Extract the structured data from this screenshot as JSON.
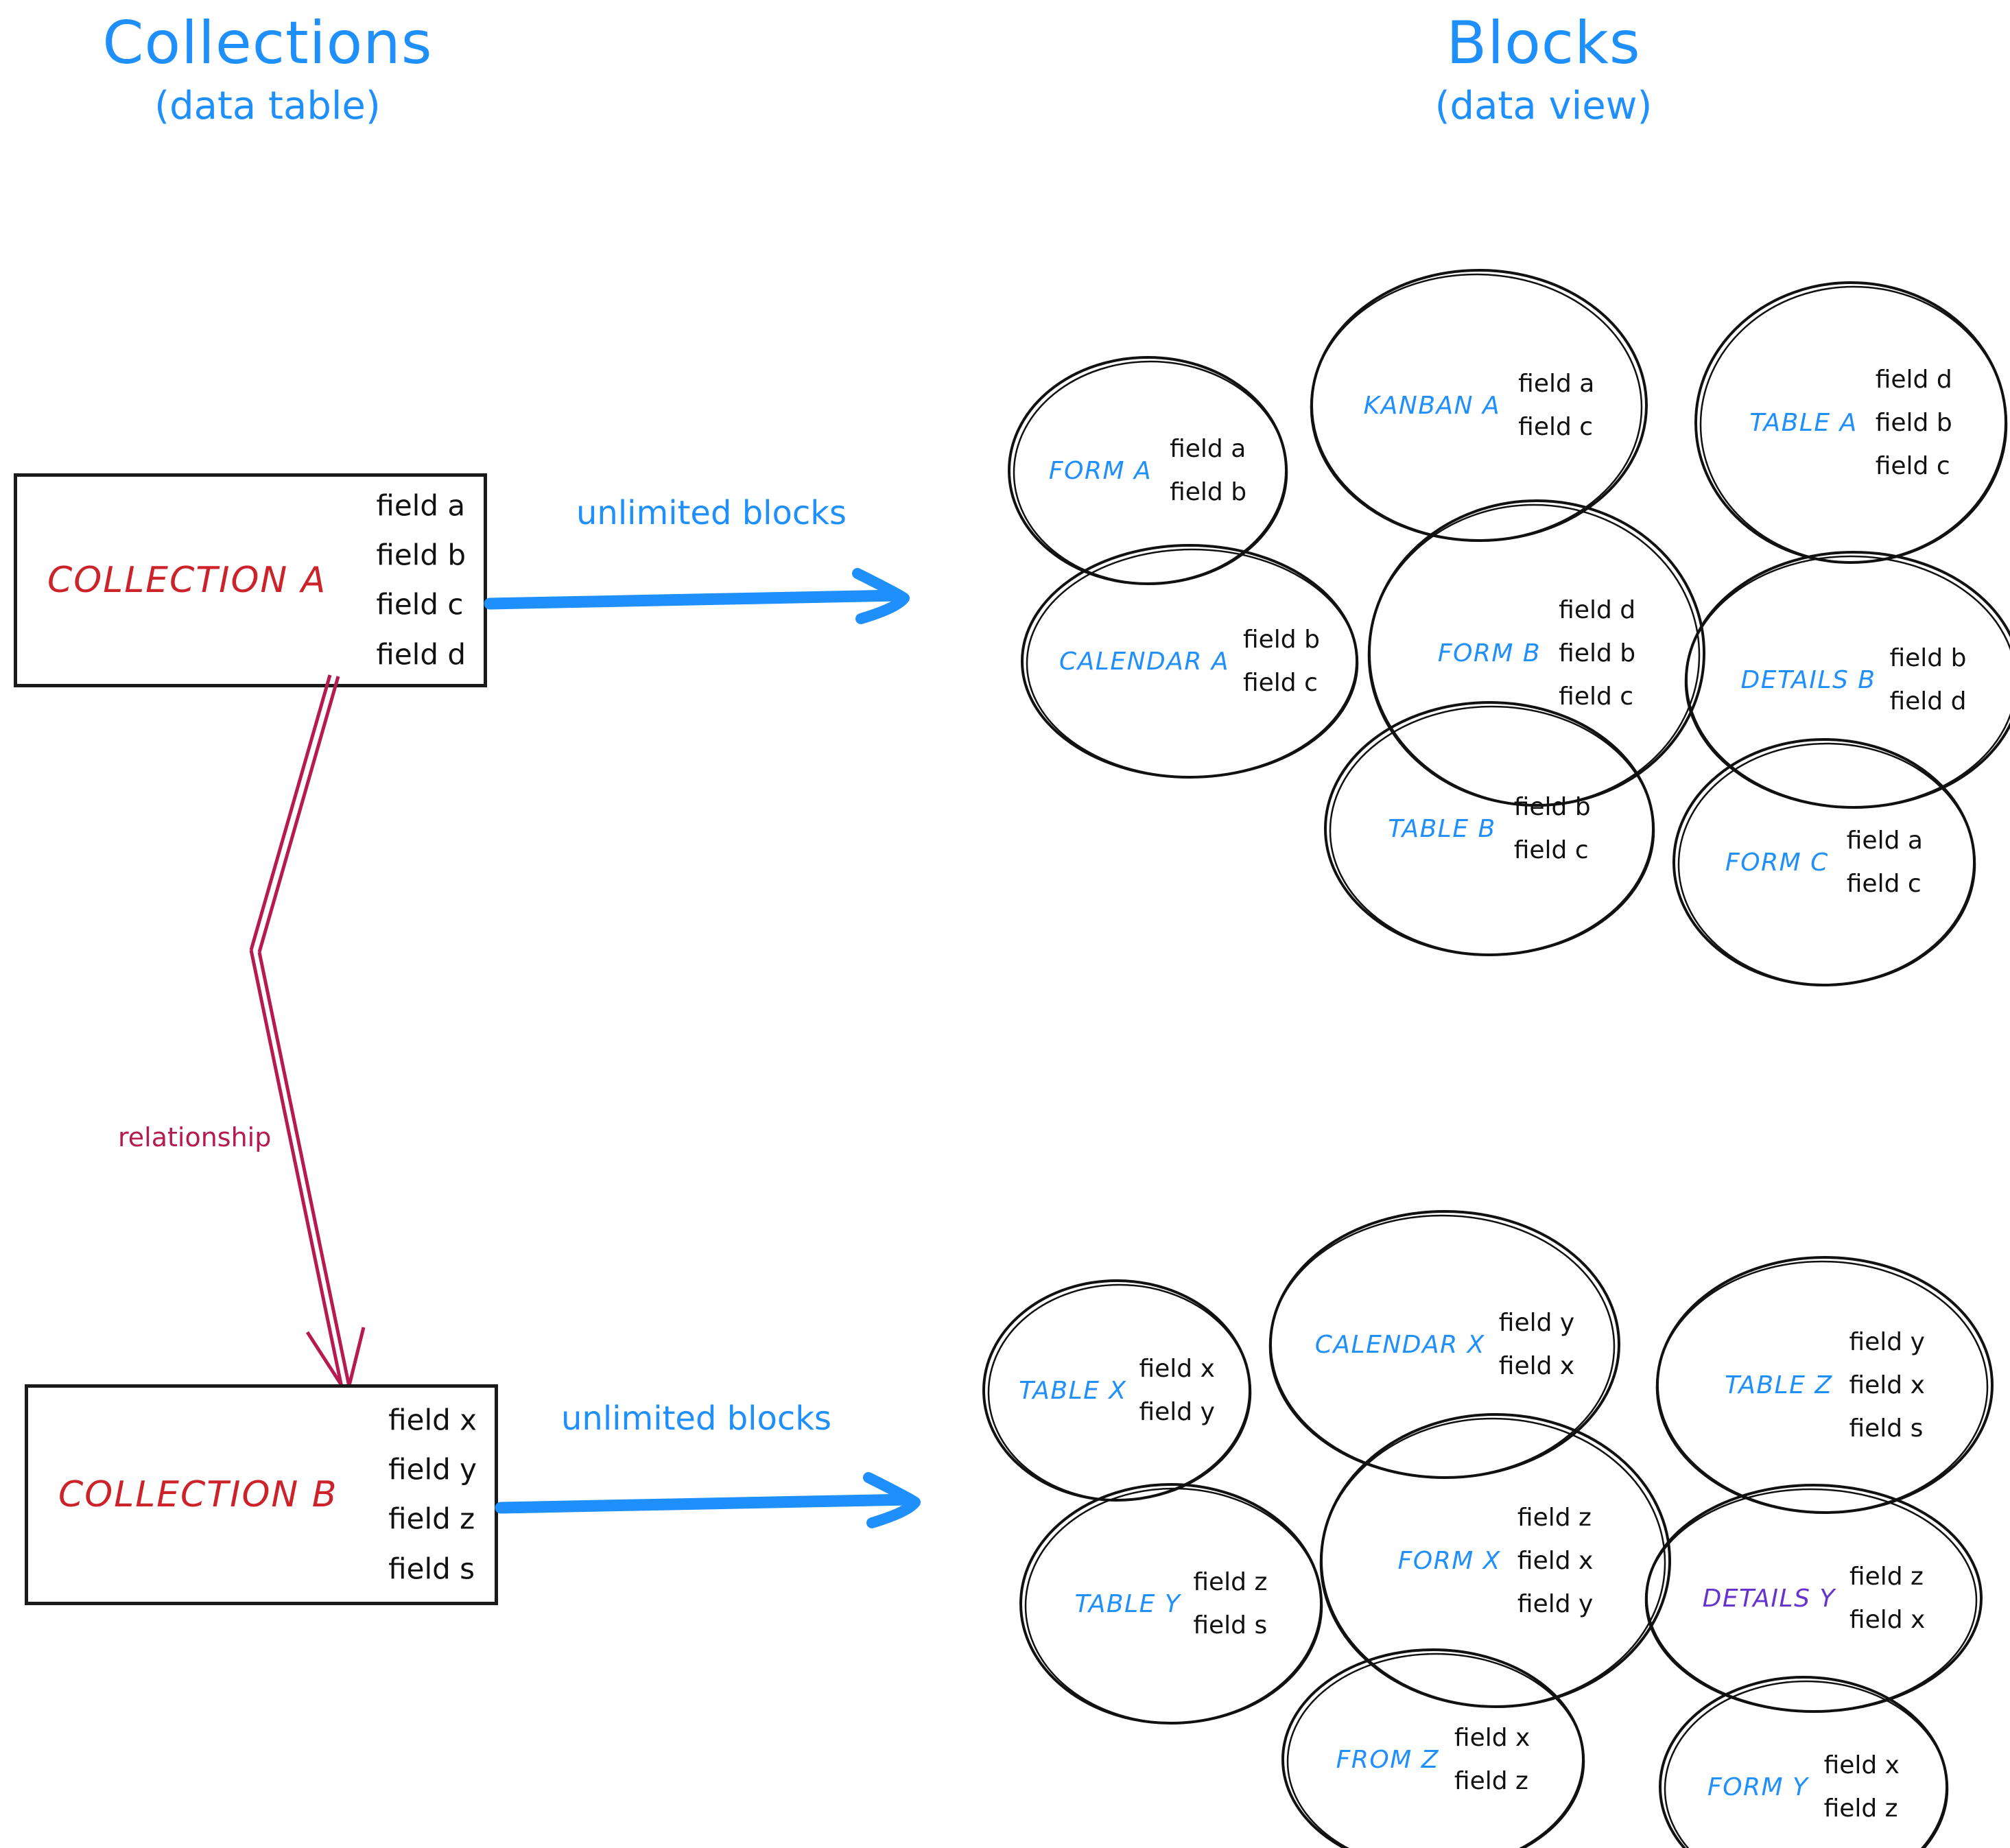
{
  "colors": {
    "accent_blue": "#1f8ffb",
    "collection_red": "#cc2229",
    "relationship_crimson": "#b51a50",
    "details_purple": "#6633cc",
    "ink_black": "#111111"
  },
  "headings": {
    "left": {
      "title": "Collections",
      "subtitle": "(data table)"
    },
    "right": {
      "title": "Blocks",
      "subtitle": "(data view)"
    }
  },
  "collections": [
    {
      "name": "COLLECTION A",
      "fields": [
        "field a",
        "field b",
        "field c",
        "field d"
      ],
      "arrow_label": "unlimited blocks"
    },
    {
      "name": "COLLECTION B",
      "fields": [
        "field x",
        "field y",
        "field z",
        "field s"
      ],
      "arrow_label": "unlimited blocks"
    }
  ],
  "relationship": {
    "label": "relationship"
  },
  "blocks_group_a": [
    {
      "name": "FORM A",
      "fields": [
        "field a",
        "field b"
      ]
    },
    {
      "name": "KANBAN A",
      "fields": [
        "field a",
        "field c"
      ]
    },
    {
      "name": "TABLE A",
      "fields": [
        "field d",
        "field b",
        "field c"
      ]
    },
    {
      "name": "CALENDAR A",
      "fields": [
        "field b",
        "field c"
      ]
    },
    {
      "name": "FORM B",
      "fields": [
        "field d",
        "field b",
        "field c"
      ]
    },
    {
      "name": "DETAILS B",
      "fields": [
        "field b",
        "field d"
      ]
    },
    {
      "name": "TABLE B",
      "fields": [
        "field b",
        "field c"
      ]
    },
    {
      "name": "FORM C",
      "fields": [
        "field a",
        "field c"
      ]
    }
  ],
  "blocks_group_b": [
    {
      "name": "TABLE X",
      "fields": [
        "field x",
        "field y"
      ]
    },
    {
      "name": "CALENDAR X",
      "fields": [
        "field y",
        "field x"
      ]
    },
    {
      "name": "TABLE Z",
      "fields": [
        "field y",
        "field x",
        "field s"
      ]
    },
    {
      "name": "TABLE Y",
      "fields": [
        "field z",
        "field s"
      ]
    },
    {
      "name": "FORM X",
      "fields": [
        "field z",
        "field x",
        "field y"
      ]
    },
    {
      "name": "DETAILS Y",
      "fields": [
        "field z",
        "field x"
      ],
      "color": "purple"
    },
    {
      "name": "FROM Z",
      "fields": [
        "field x",
        "field z"
      ]
    },
    {
      "name": "FORM Y",
      "fields": [
        "field x",
        "field z"
      ]
    }
  ]
}
